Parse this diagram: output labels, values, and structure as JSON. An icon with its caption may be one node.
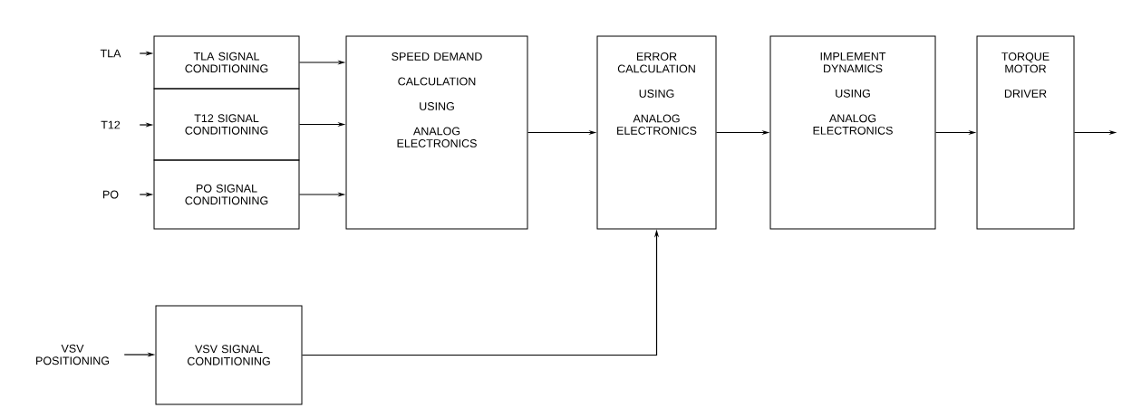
{
  "diagram": {
    "nodes": [
      {
        "text": [
          "TLA"
        ]
      },
      {
        "text": [
          "TLA SIGNAL CONDITIONING"
        ]
      },
      {
        "text": [
          "T12"
        ]
      },
      {
        "text": [
          "T12 SIGNAL CONDITIONING"
        ]
      },
      {
        "text": [
          "PO"
        ]
      },
      {
        "text": [
          "PO SIGNAL CONDITIONING"
        ]
      },
      {
        "text": [
          "SPEED DEMAND",
          "CALCULATION",
          "USING",
          "ANALOG ELECTRONICS"
        ]
      },
      {
        "text": [
          "ERROR CALCULATION",
          "USING",
          "ANALOG ELECTRONICS"
        ]
      },
      {
        "text": [
          "IMPLEMENT DYNAMICS",
          "USING",
          "ANALOG ELECTRONICS"
        ]
      },
      {
        "text": [
          "TORQUE MOTOR",
          "DRIVER"
        ]
      },
      {
        "text": [
          "VSV POSITIONING"
        ]
      },
      {
        "text": [
          "VSV SIGNAL CONDITIONING"
        ]
      }
    ],
    "edges": [
      {
        "from": 0,
        "to": 1,
        "arrow": "to"
      },
      {
        "from": 2,
        "to": 3,
        "arrow": "to"
      },
      {
        "from": 4,
        "to": 5,
        "arrow": "to"
      },
      {
        "from": 1,
        "to": 6,
        "arrow": "to"
      },
      {
        "from": 3,
        "to": 6,
        "arrow": "to"
      },
      {
        "from": 5,
        "to": 6,
        "arrow": "to"
      },
      {
        "from": 6,
        "to": 7,
        "arrow": "to"
      },
      {
        "from": 7,
        "to": 8,
        "arrow": "to"
      },
      {
        "from": 8,
        "to": 9,
        "arrow": "to"
      },
      {
        "from": 9,
        "to": null,
        "arrow": "to"
      },
      {
        "from": 10,
        "to": 11,
        "arrow": "to"
      },
      {
        "from": 11,
        "to": 7,
        "arrow": "to"
      }
    ]
  }
}
